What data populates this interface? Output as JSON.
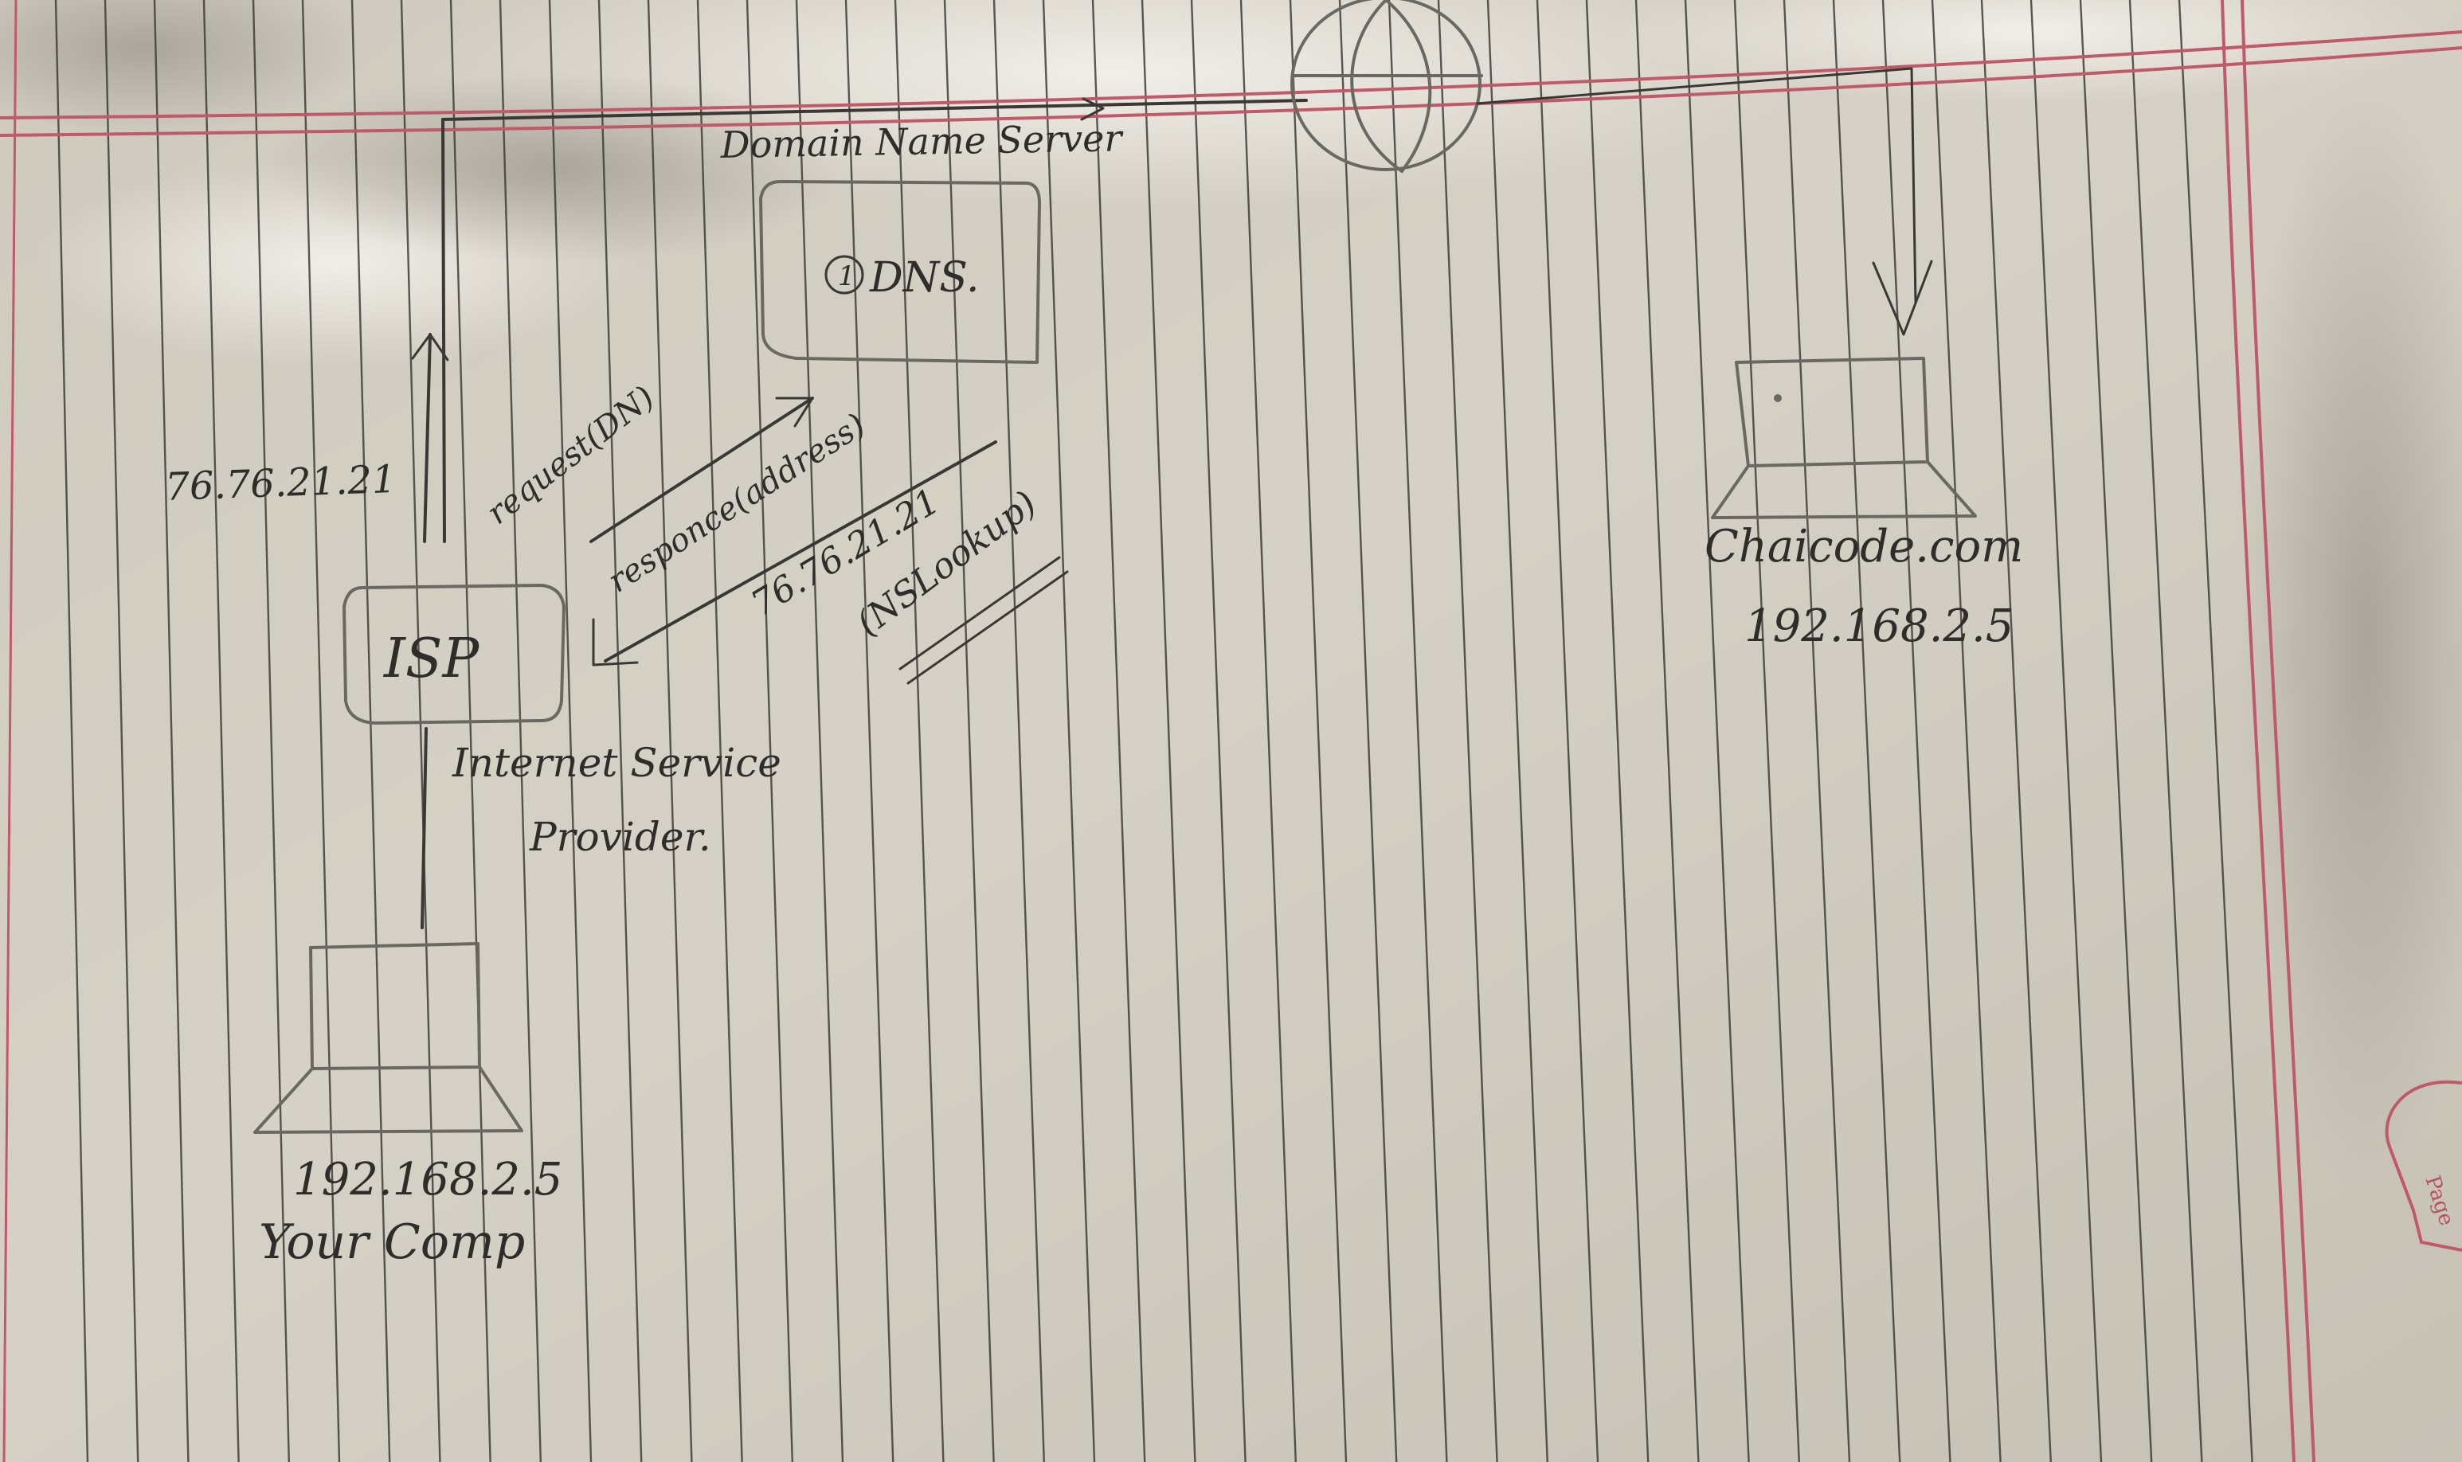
{
  "diagram": {
    "dns_title": "Domain Name Server",
    "dns_box_label": "DNS.",
    "dns_box_badge": "1",
    "isp_box_label": "ISP",
    "isp_caption_line1": "Internet Service",
    "isp_caption_line2": "Provider.",
    "ip_to_dns": "76.76.21.21",
    "request_label": "request(DN)",
    "response_label": "responce(address)",
    "response_ip": "76.76.21.21",
    "lookup_label": "(NSLookup)",
    "your_comp_ip": "192.168.2.5",
    "your_comp_label": "Your Comp",
    "server_name": "Chaicode.com",
    "server_ip": "192.168.2.5",
    "page_tab_label": "Page"
  },
  "colors": {
    "paper": "#d2cdc2",
    "ruled_line": "#3e3c38",
    "margin_line": "#c05a6a",
    "ink": "#2f2d2a",
    "pencil": "#6b6862"
  },
  "icons": [
    "globe-icon",
    "computer-icon",
    "server-computer-icon",
    "page-tab-icon"
  ]
}
